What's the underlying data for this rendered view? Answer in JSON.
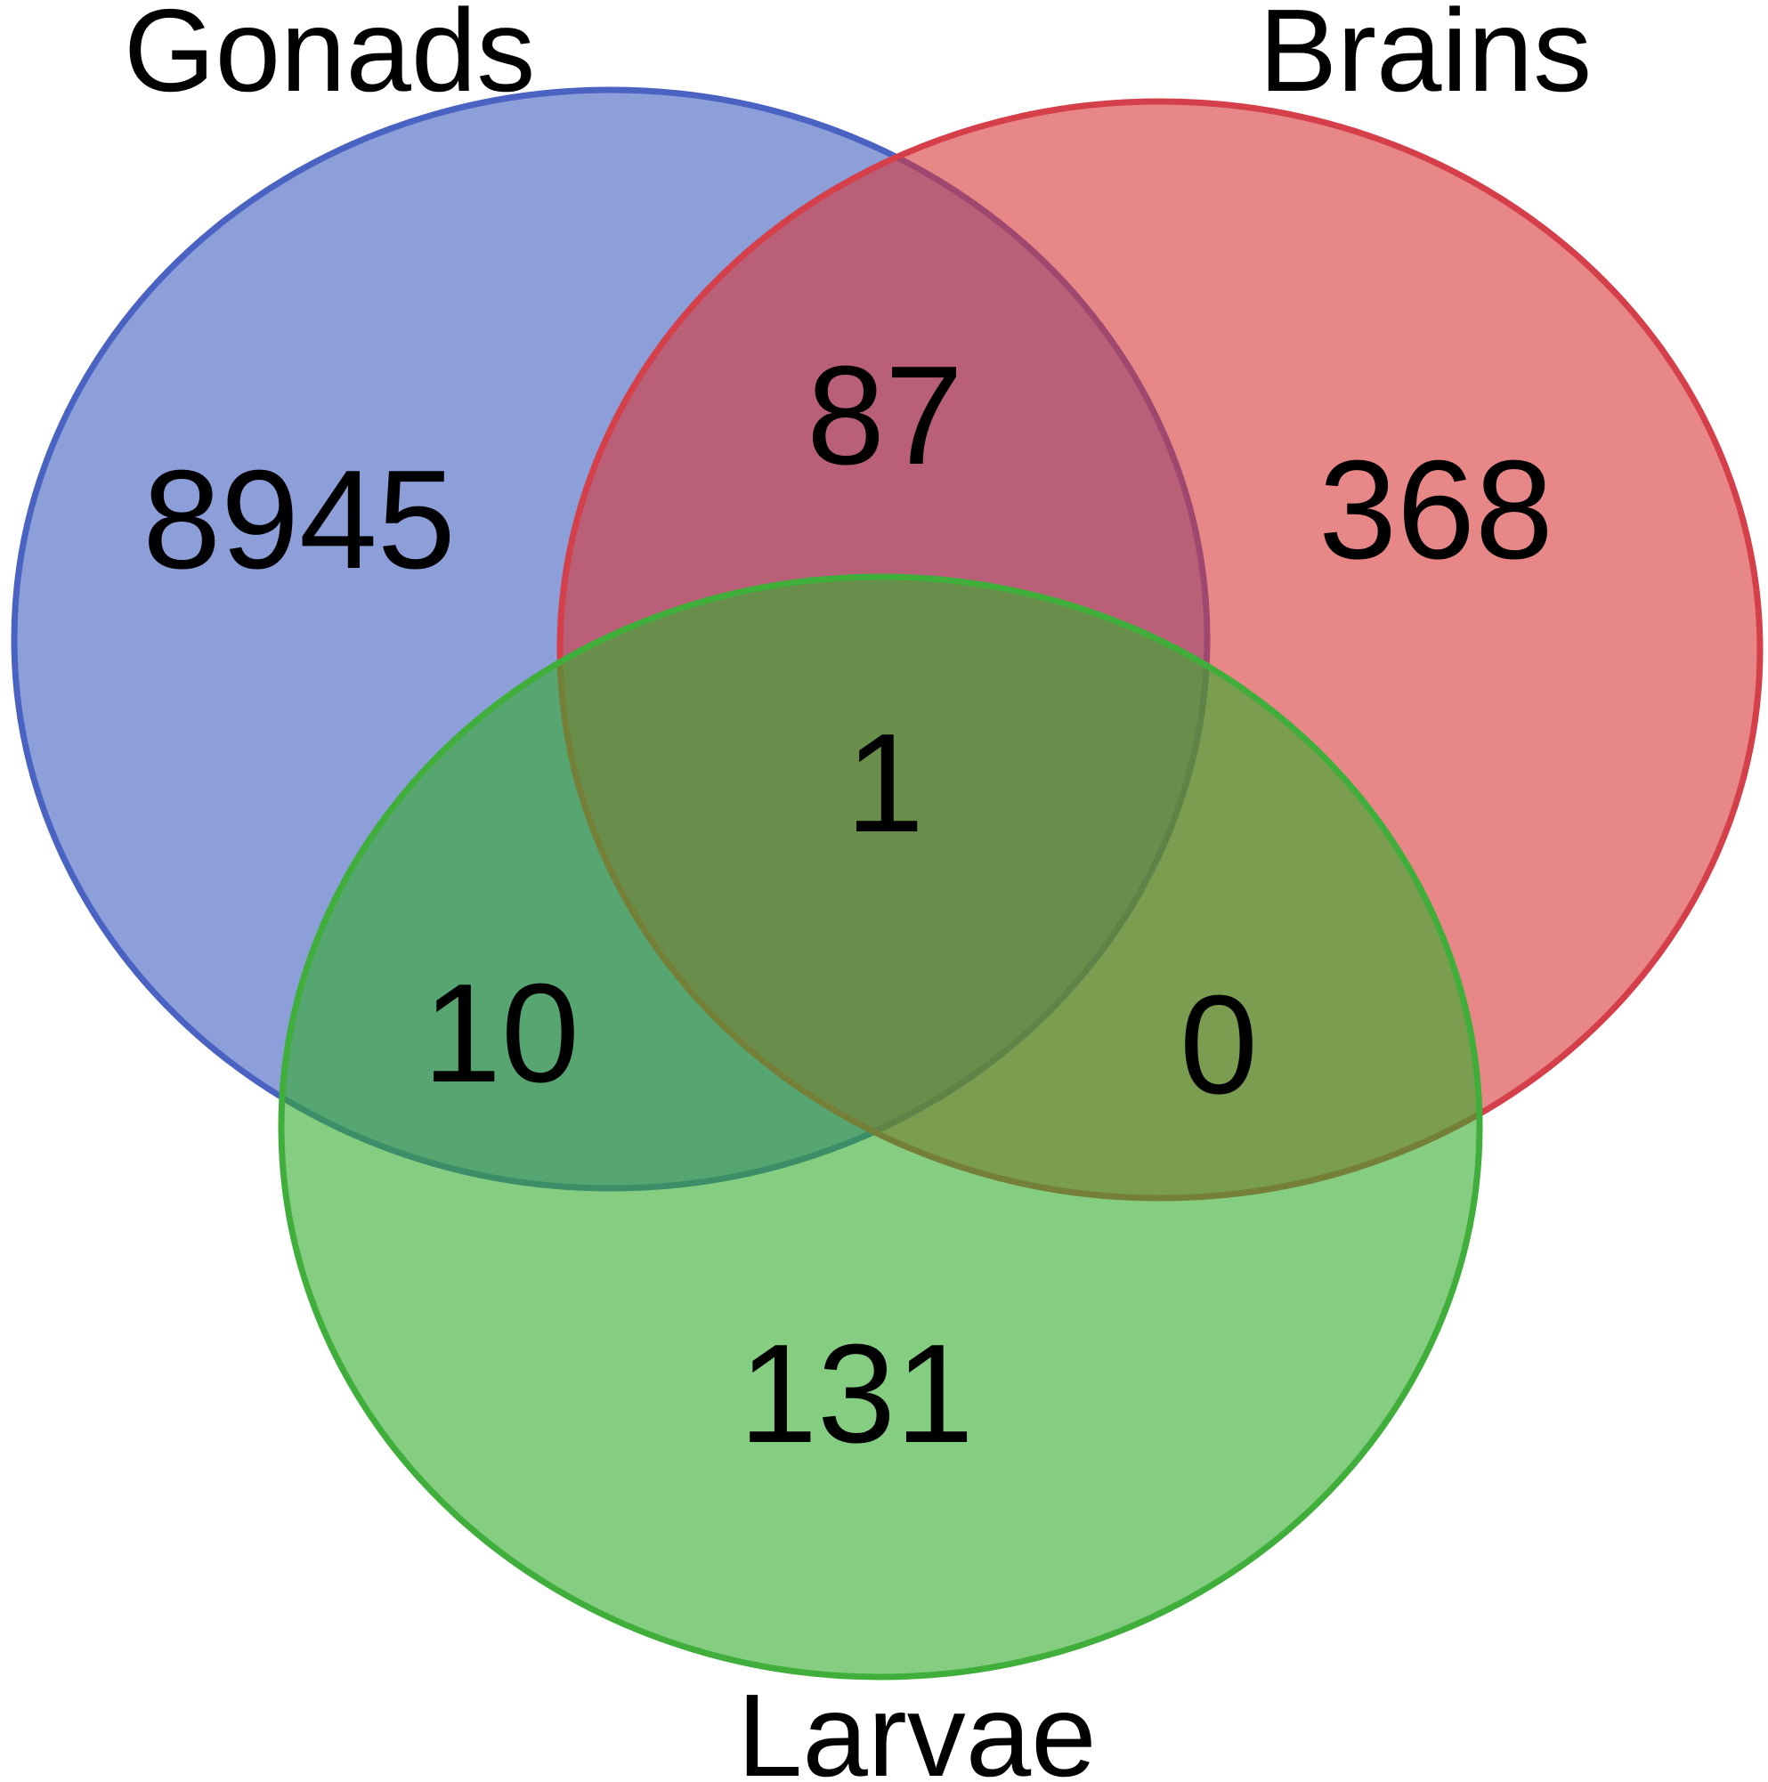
{
  "sets": [
    {
      "key": "gonads",
      "label": "Gonads",
      "fill": "#3f5fc0",
      "stroke": "#4a62c2"
    },
    {
      "key": "brains",
      "label": "Brains",
      "fill": "#d73737",
      "stroke": "#d43f4a"
    },
    {
      "key": "larvae",
      "label": "Larvae",
      "fill": "#34ab2c",
      "stroke": "#3fae3a"
    }
  ],
  "regions": {
    "gonads_only": "8945",
    "gonads_brains": "87",
    "brains_only": "368",
    "all_three": "1",
    "gonads_larvae": "10",
    "brains_larvae": "0",
    "larvae_only": "131"
  }
}
